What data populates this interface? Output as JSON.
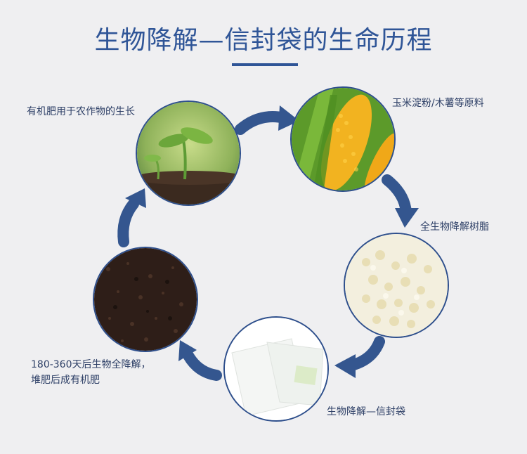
{
  "title": "生物降解—信封袋的生命历程",
  "labels": {
    "seedling": "有机肥用于农作物的生长",
    "corn": "玉米淀粉/木薯等原料",
    "resin": "全生物降解树脂",
    "bag": "生物降解—信封袋",
    "soil_line1": "180-360天后生物全降解，",
    "soil_line2": "堆肥后成有机肥"
  },
  "colors": {
    "background": "#efeff1",
    "accent": "#2f5597",
    "arrow": "#34568f"
  }
}
